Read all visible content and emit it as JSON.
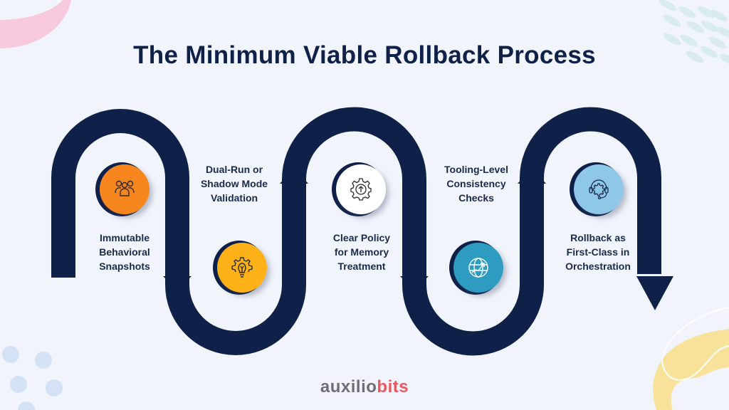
{
  "title": "The Minimum Viable Rollback Process",
  "steps": [
    {
      "label_lines": [
        "Immutable",
        "Behavioral",
        "Snapshots"
      ],
      "icon": "users-group-icon",
      "color": "#f7861e",
      "icon_color": "#2b2b2b"
    },
    {
      "label_lines": [
        "Dual-Run or",
        "Shadow Mode",
        "Validation"
      ],
      "icon": "gear-lightbulb-icon",
      "color": "#fbb117",
      "icon_color": "#2b2b2b"
    },
    {
      "label_lines": [
        "Clear Policy",
        "for Memory",
        "Treatment"
      ],
      "icon": "gear-upload-icon",
      "color": "#ffffff",
      "icon_color": "#2b2b2b"
    },
    {
      "label_lines": [
        "Tooling-Level",
        "Consistency",
        "Checks"
      ],
      "icon": "globe-growth-icon",
      "color": "#2d9cc0",
      "icon_color": "#ffffff"
    },
    {
      "label_lines": [
        "Rollback as",
        "First-Class in",
        "Orchestration"
      ],
      "icon": "gear-headset-icon",
      "color": "#8fc7e8",
      "icon_color": "#1b2a4a"
    }
  ],
  "logo": {
    "part1": "auxilio",
    "part2": "bits"
  },
  "colors": {
    "path": "#0f2149",
    "background": "#f1f5fb",
    "title": "#0f2149"
  }
}
